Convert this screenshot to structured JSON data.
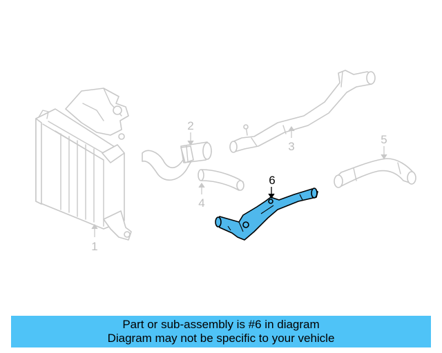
{
  "diagram": {
    "callouts": [
      {
        "number": "1",
        "part": "intercooler"
      },
      {
        "number": "2",
        "part": "hose-with-clamp"
      },
      {
        "number": "3",
        "part": "pipe"
      },
      {
        "number": "4",
        "part": "short-hose"
      },
      {
        "number": "5",
        "part": "hose"
      },
      {
        "number": "6",
        "part": "pipe-with-bracket",
        "highlighted": true
      }
    ],
    "colors": {
      "highlight": "#4fb8ec",
      "ghost_outline": "#c8c8c8",
      "banner": "#4fc3f7"
    }
  },
  "footer": {
    "line1": "Part or sub-assembly is #6 in diagram",
    "line2": "Diagram may not be specific to your vehicle"
  }
}
